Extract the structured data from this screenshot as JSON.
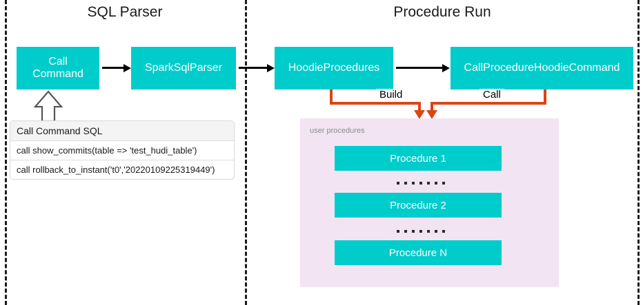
{
  "sections": [
    {
      "title": "SQL Parser"
    },
    {
      "title": "Procedure Run"
    }
  ],
  "parser_flow": {
    "boxes": [
      {
        "label_line1": "Call",
        "label_line2": "Command",
        "name": "call-command"
      },
      {
        "label": "SparkSqlParser",
        "name": "spark-sql-parser"
      }
    ]
  },
  "run_flow": {
    "boxes": [
      {
        "label": "HoodieProcedures",
        "name": "hoodie-procedures"
      },
      {
        "label": "CallProcedureHoodieCommand",
        "name": "call-procedure-hoodie-command"
      }
    ],
    "connectors": [
      {
        "label": "Build",
        "name": "build"
      },
      {
        "label": "Call",
        "name": "call"
      }
    ]
  },
  "sql_table": {
    "header": "Call Command SQL",
    "rows": [
      "call show_commits(table => 'test_hudi_table')",
      "call rollback_to_instant('t0','20220109225319449')"
    ]
  },
  "procedures_panel": {
    "label": "user procedures",
    "items": [
      {
        "label": "Procedure 1"
      },
      {
        "label": "Procedure 2"
      },
      {
        "label": "Procedure N"
      }
    ]
  },
  "colors": {
    "cyan": "#00CCCC",
    "orange": "#DC4415",
    "panel": "#F2E4F2",
    "divider": "#1a1a1a"
  }
}
